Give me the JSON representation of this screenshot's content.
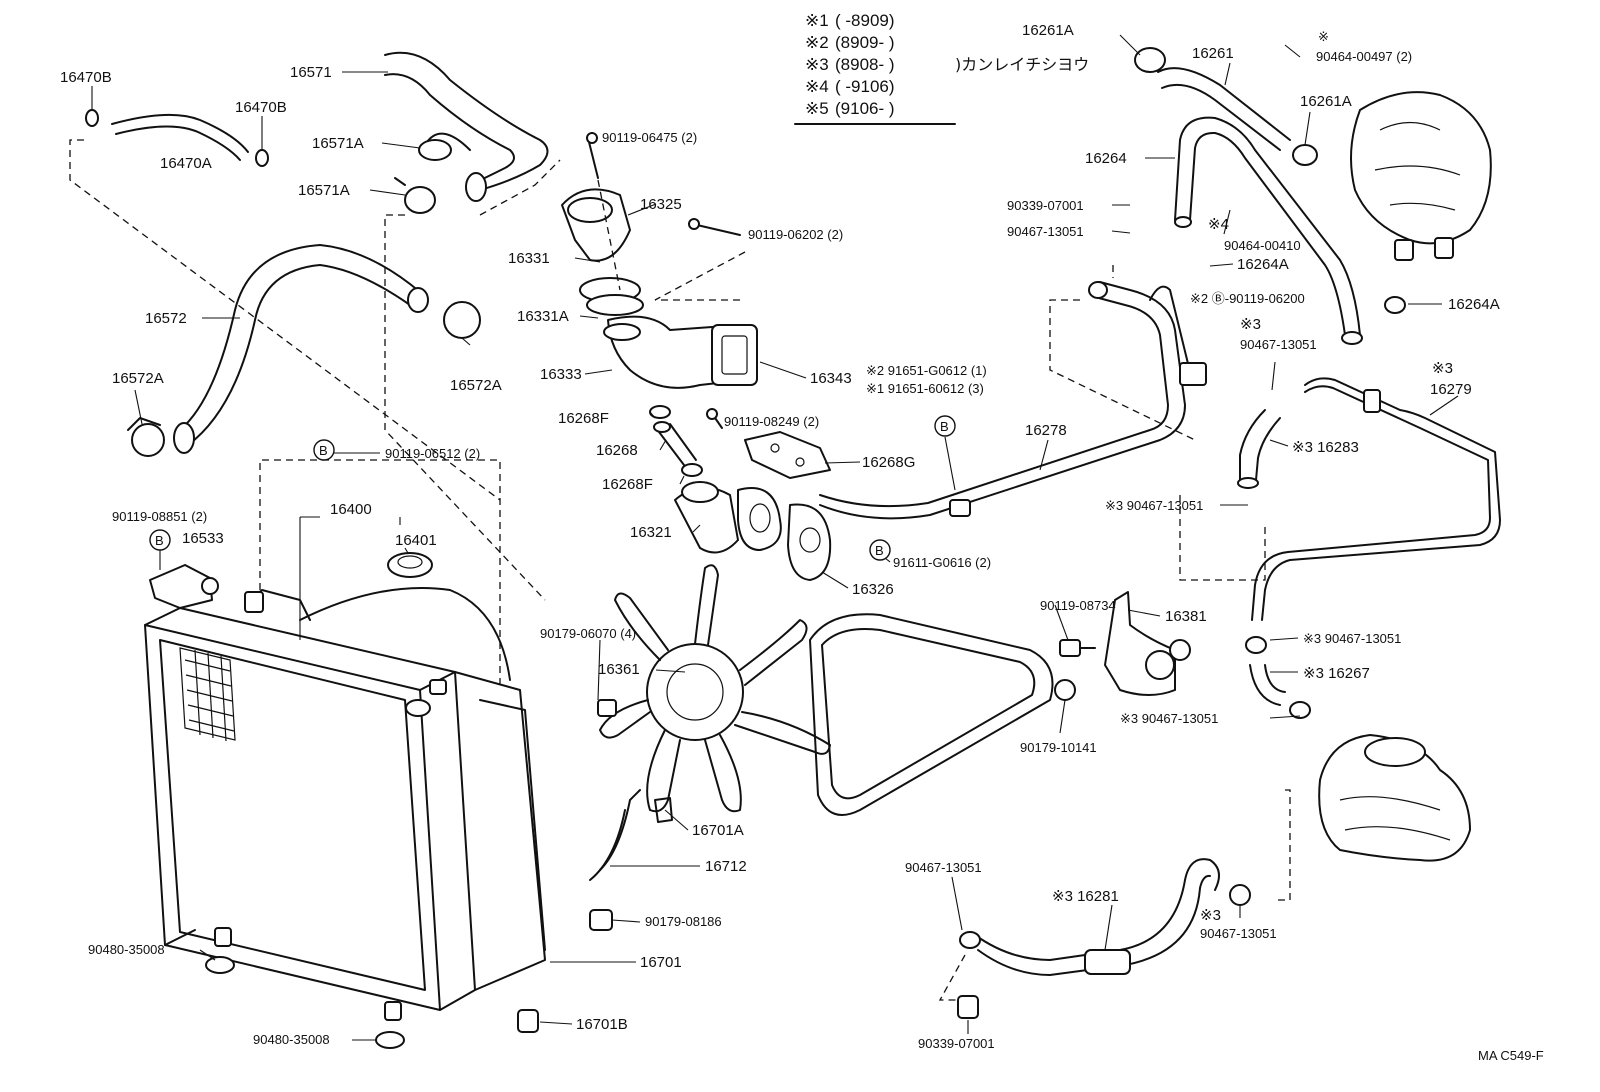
{
  "diagram_code": "MA C549-F",
  "legend": {
    "rows": [
      {
        "mark": "※1",
        "range": "(       -8909)"
      },
      {
        "mark": "※2",
        "range": "(8909-       )"
      },
      {
        "mark": "※3",
        "range": "(8908-       )"
      },
      {
        "mark": "※4",
        "range": "(       -9106)"
      },
      {
        "mark": "※5",
        "range": "(9106-       )"
      }
    ],
    "note": ")カンレイチシヨウ"
  },
  "bolt_marker": "B",
  "labels": {
    "p16470B_a": "16470B",
    "p16470B_b": "16470B",
    "p16470A": "16470A",
    "p16571": "16571",
    "p16571A_a": "16571A",
    "p16571A_b": "16571A",
    "p16572": "16572",
    "p16572A_a": "16572A",
    "p16572A_b": "16572A",
    "p90119_06475": "90119-06475 (2)",
    "p16325": "16325",
    "p90119_06202": "90119-06202 (2)",
    "p16331": "16331",
    "p16331A": "16331A",
    "p16333": "16333",
    "p16343": "16343",
    "p16268F_a": "16268F",
    "p16268": "16268",
    "p16268F_b": "16268F",
    "p90119_08249": "90119-08249 (2)",
    "p16268G": "16268G",
    "p16321": "16321",
    "p16326": "16326",
    "p91611_G0616": "91611-G0616 (2)",
    "p91651_G0612": "※2 91651-G0612 (1)",
    "p91651_60612": "※1 91651-60612 (3)",
    "p16278": "16278",
    "p90119_06512": "90119-06512 (2)",
    "p90119_08851": "90119-08851 (2)",
    "p16533": "16533",
    "p16400": "16400",
    "p16401": "16401",
    "p90179_06070": "90179-06070 (4)",
    "p16361": "16361",
    "p16701A": "16701A",
    "p16712": "16712",
    "p90179_08186": "90179-08186",
    "p16701": "16701",
    "p16701B": "16701B",
    "p90480_35008_a": "90480-35008",
    "p90480_35008_b": "90480-35008",
    "p16261A_a": "16261A",
    "p16261": "16261",
    "p90464_00497_mark": "※",
    "p90464_00497": "90464-00497 (2)",
    "p16261A_b": "16261A",
    "p16264": "16264",
    "p90339_07001_a": "90339-07001",
    "p90467_13051_a": "90467-13051",
    "p90464_00410_mark": "※4",
    "p90464_00410": "90464-00410",
    "p16264A_a": "16264A",
    "p16264A_b": "16264A",
    "p90119_06200": "※2 Ⓑ-90119-06200",
    "p3mark_a": "※3",
    "p90467_13051_b": "90467-13051",
    "p3mark_16279": "※3",
    "p16279": "16279",
    "p16283": "※3 16283",
    "p90467_13051_c": "※3 90467-13051",
    "p90119_08734": "90119-08734",
    "p16381": "16381",
    "p90179_10141": "90179-10141",
    "p90467_13051_d": "※3 90467-13051",
    "p16267": "※3 16267",
    "p90467_13051_e": "※3 90467-13051",
    "p90467_13051_f": "90467-13051",
    "p16281": "※3 16281",
    "p3mark_g": "※3",
    "p90467_13051_g": "90467-13051",
    "p90339_07001_b": "90339-07001"
  }
}
